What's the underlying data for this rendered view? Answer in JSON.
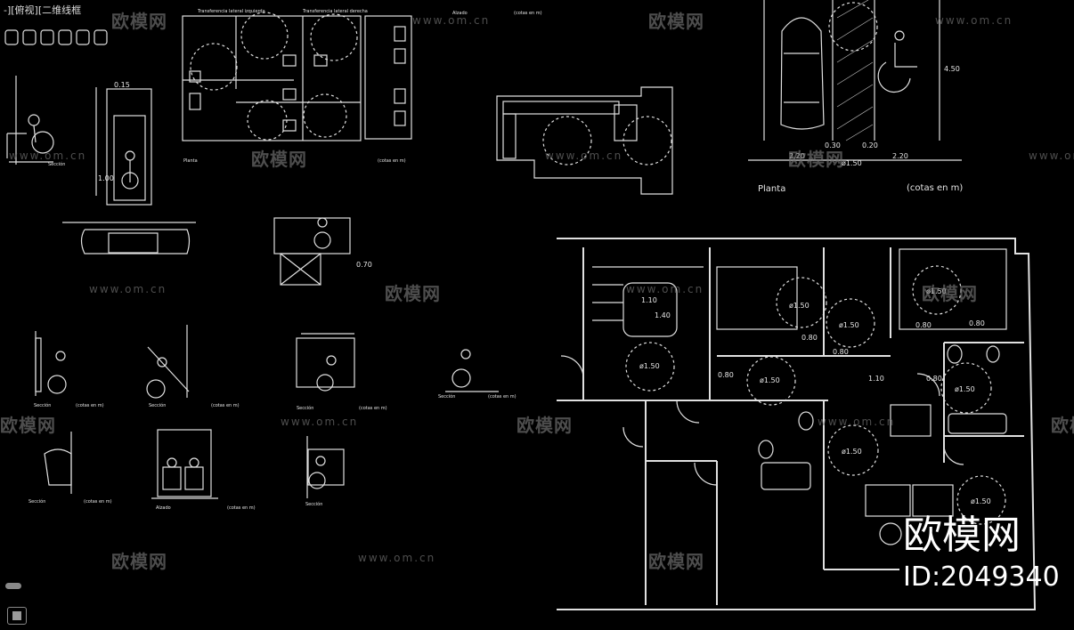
{
  "viewport": {
    "label": "-][俯视][二维线框"
  },
  "watermarks": {
    "brand": "欧模网",
    "url": "www.om.cn",
    "id": "ID:2049340"
  },
  "drawing": {
    "titles": {
      "lateral_left": "Transferencia lateral izquierda",
      "lateral_right": "Transferencia lateral derecha",
      "alzado": "Alzado",
      "planta": "Planta",
      "seccion": "Sección",
      "cotas": "(cotas en m)"
    },
    "dims": {
      "d150": "ø1.50",
      "v110": "1.10",
      "v140": "1.40",
      "v080": "0.80",
      "v450": "4.50",
      "v220": "2.20",
      "v030": "0.30",
      "v020": "0.20",
      "v015": "0.15",
      "v100": "1.00",
      "v070": "0.70"
    }
  }
}
